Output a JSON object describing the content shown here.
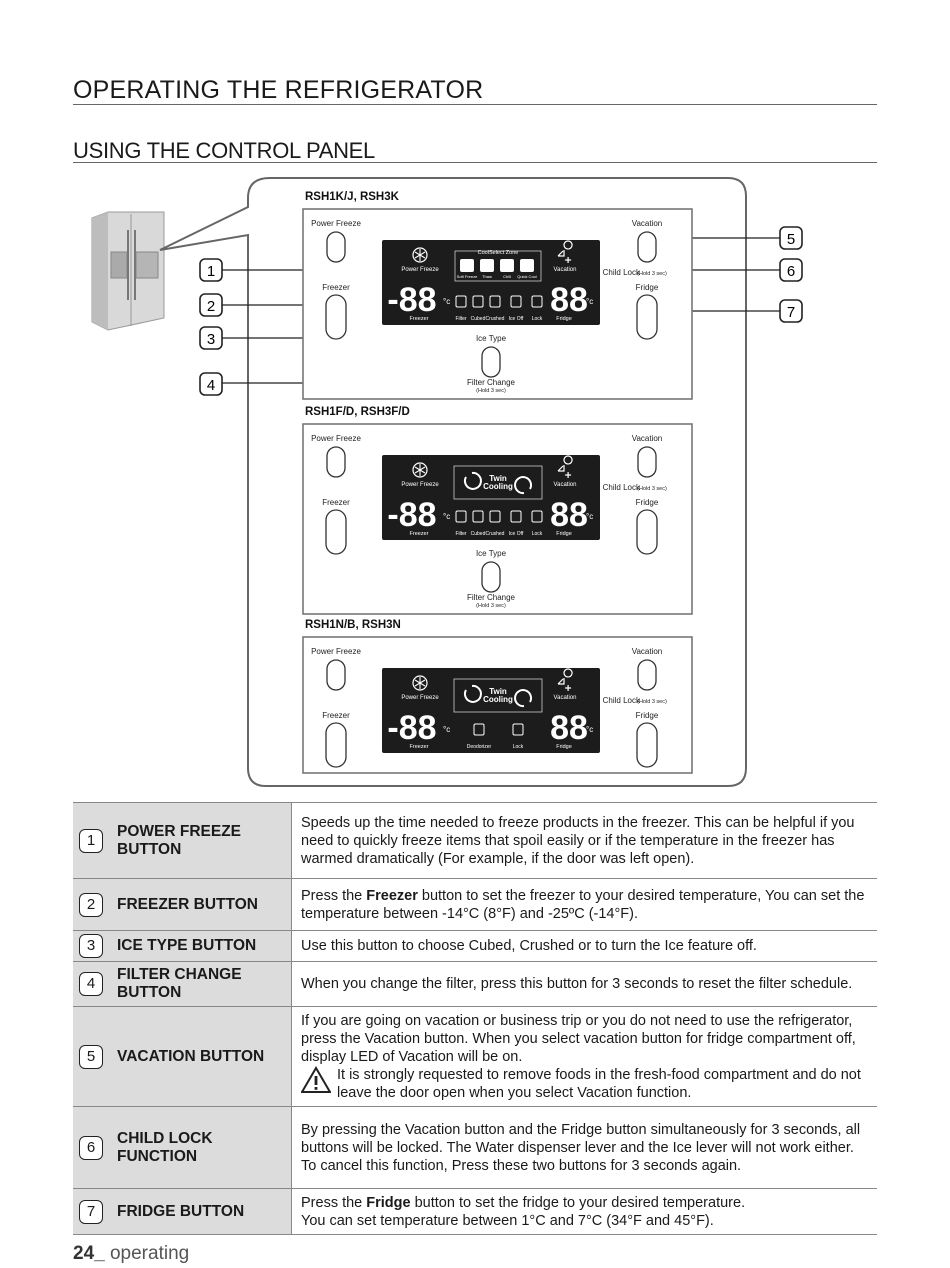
{
  "page": {
    "title": "OPERATING THE REFRIGERATOR",
    "subtitle": "USING THE CONTROL PANEL"
  },
  "footer": {
    "page_number": "24_",
    "section": "operating"
  },
  "diagram": {
    "panels": [
      {
        "model": "RSH1K/J, RSH3K",
        "buttons": {
          "power_freeze": "Power Freeze",
          "freezer": "Freezer",
          "vacation": "Vacation",
          "child_lock": "Child Lock",
          "child_lock_hold": "(Hold 3 sec)",
          "fridge": "Fridge",
          "ice_type": "Ice Type",
          "filter_change": "Filter Change",
          "filter_hold": "(Hold 3 sec)"
        },
        "display": {
          "power_freeze": "Power Freeze",
          "vacation": "Vacation",
          "zone_title": "CoolSelect Zone",
          "zone_modes": [
            "Soft Freeze",
            "Thaw",
            "Chill",
            "Quick Cool"
          ],
          "temp": "-88",
          "unit": "°c",
          "fridge_temp": "88",
          "freezer": "Freezer",
          "fridge": "Fridge",
          "icons": [
            "Filter",
            "Cubed",
            "Crushed",
            "Ice Off",
            "Lock"
          ]
        }
      },
      {
        "model": "RSH1F/D, RSH3F/D",
        "buttons": {
          "power_freeze": "Power Freeze",
          "freezer": "Freezer",
          "vacation": "Vacation",
          "child_lock": "Child Lock",
          "child_lock_hold": "(Hold 3 sec)",
          "fridge": "Fridge",
          "ice_type": "Ice Type",
          "filter_change": "Filter Change",
          "filter_hold": "(Hold 3 sec)"
        },
        "display": {
          "power_freeze": "Power Freeze",
          "vacation": "Vacation",
          "twin1": "Twin",
          "twin2": "Cooling",
          "temp": "-88",
          "unit": "°c",
          "fridge_temp": "88",
          "freezer": "Freezer",
          "fridge": "Fridge",
          "icons": [
            "Filter",
            "Cubed",
            "Crushed",
            "Ice Off",
            "Lock"
          ]
        }
      },
      {
        "model": "RSH1N/B, RSH3N",
        "buttons": {
          "power_freeze": "Power Freeze",
          "freezer": "Freezer",
          "vacation": "Vacation",
          "child_lock": "Child Lock",
          "child_lock_hold": "(Hold 3 sec)",
          "fridge": "Fridge"
        },
        "display": {
          "power_freeze": "Power Freeze",
          "vacation": "Vacation",
          "twin1": "Twin",
          "twin2": "Cooling",
          "temp": "-88",
          "unit": "°c",
          "fridge_temp": "88",
          "freezer": "Freezer",
          "fridge": "Fridge",
          "icons": [
            "Deodorizer",
            "Lock"
          ]
        }
      }
    ],
    "callouts": [
      "1",
      "2",
      "3",
      "4",
      "5",
      "6",
      "7"
    ]
  },
  "rows": [
    {
      "num": "1",
      "label": "POWER FREEZE BUTTON",
      "text": "Speeds up the time needed to freeze products in the freezer. This can be helpful if you need to quickly freeze items that spoil easily or if the temperature in the freezer has warmed dramatically (For example, if the door was left open)."
    },
    {
      "num": "2",
      "label": "FREEZER BUTTON",
      "pre": "Press the ",
      "bold": "Freezer",
      "post": " button to set the freezer to your desired temperature, You can set the temperature between -14°C (8°F) and -25ºC (-14°F)."
    },
    {
      "num": "3",
      "label": "ICE TYPE BUTTON",
      "text": "Use this button to choose Cubed, Crushed or to turn the Ice feature off."
    },
    {
      "num": "4",
      "label": "FILTER CHANGE BUTTON",
      "text": "When you change the filter, press this button for 3 seconds to reset the filter schedule."
    },
    {
      "num": "5",
      "label": "VACATION BUTTON",
      "text": "If you are going on vacation or business trip or you do not need to use the refrigerator, press the Vacation button. When you select vacation button for fridge compartment off, display LED of Vacation will be on.",
      "warning": "It is strongly requested to remove foods in the fresh-food compartment and do not leave the door open when you select Vacation function."
    },
    {
      "num": "6",
      "label": "CHILD LOCK FUNCTION",
      "text": "By pressing the Vacation button and the Fridge button simultaneously for 3 seconds, all buttons will be locked. The Water dispenser lever and the Ice lever will not work either. To cancel this function, Press these two buttons for 3 seconds again."
    },
    {
      "num": "7",
      "label": "FRIDGE BUTTON",
      "pre": "Press the ",
      "bold": "Fridge",
      "post": " button to set the fridge to your desired temperature.",
      "line2": "You can set temperature between 1°C and 7°C (34°F and 45°F)."
    }
  ]
}
